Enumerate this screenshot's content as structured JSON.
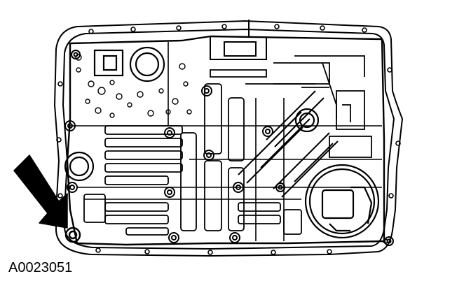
{
  "figure": {
    "reference_code": "A0023051",
    "subject": "transmission-valve-body-illustration",
    "callout": {
      "icon": "arrow-icon",
      "points_to": "bolt-lower-left"
    }
  },
  "colors": {
    "line": "#000000",
    "background": "#ffffff"
  }
}
